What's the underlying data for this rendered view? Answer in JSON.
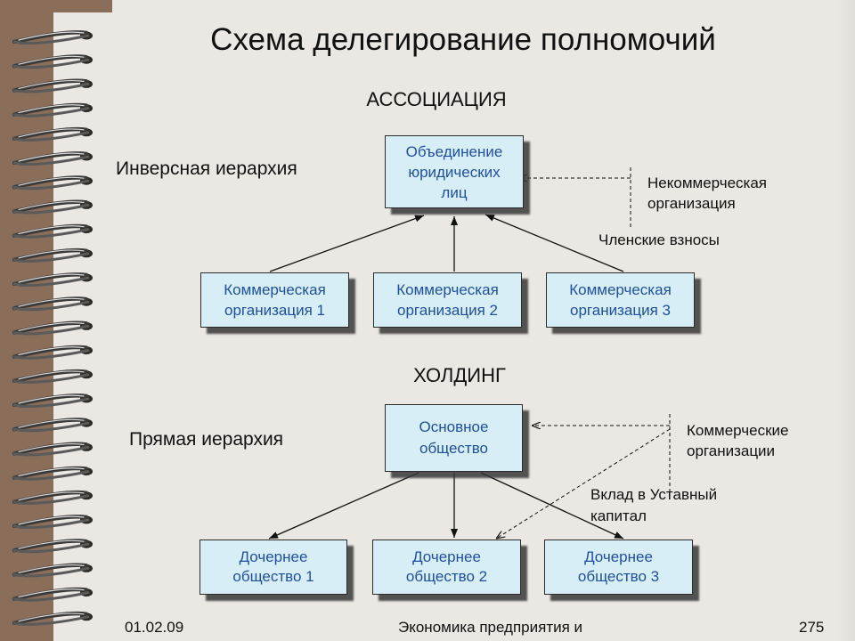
{
  "slide": {
    "title": "Схема делегирование полномочий"
  },
  "association": {
    "heading": "АССОЦИАЦИЯ",
    "hierarchy_label": "Инверсная иерархия",
    "parent_box": {
      "lines": [
        "Объединение",
        "юридических",
        "лиц"
      ]
    },
    "side_label": {
      "lines": [
        "Некоммерческая",
        "организация"
      ]
    },
    "flow_label": "Членские взносы",
    "members": [
      {
        "lines": [
          "Коммерческая",
          "организация 1"
        ]
      },
      {
        "lines": [
          "Коммерческая",
          "организация 2"
        ]
      },
      {
        "lines": [
          "Коммерческая",
          "организация 3"
        ]
      }
    ]
  },
  "holding": {
    "heading": "ХОЛДИНГ",
    "hierarchy_label": "Прямая иерархия",
    "parent_box": {
      "lines": [
        "Основное",
        "общество"
      ]
    },
    "side_label": {
      "lines": [
        "Коммерческие",
        "организации"
      ]
    },
    "flow_label": {
      "lines": [
        "Вклад в Уставный",
        "капитал"
      ]
    },
    "subsidiaries": [
      {
        "lines": [
          "Дочернее",
          "общество 1"
        ]
      },
      {
        "lines": [
          "Дочернее",
          "общество 2"
        ]
      },
      {
        "lines": [
          "Дочернее",
          "общество 3"
        ]
      }
    ]
  },
  "footer": {
    "date": "01.02.09",
    "course": "Экономика предприятия и",
    "page": "275"
  },
  "colors": {
    "box_fill": "#d8eef7",
    "box_text": "#1e4f9e",
    "box_border": "#2b2b2b",
    "binding_strip": "#8a6e5a",
    "page": "#ebe7e2"
  }
}
